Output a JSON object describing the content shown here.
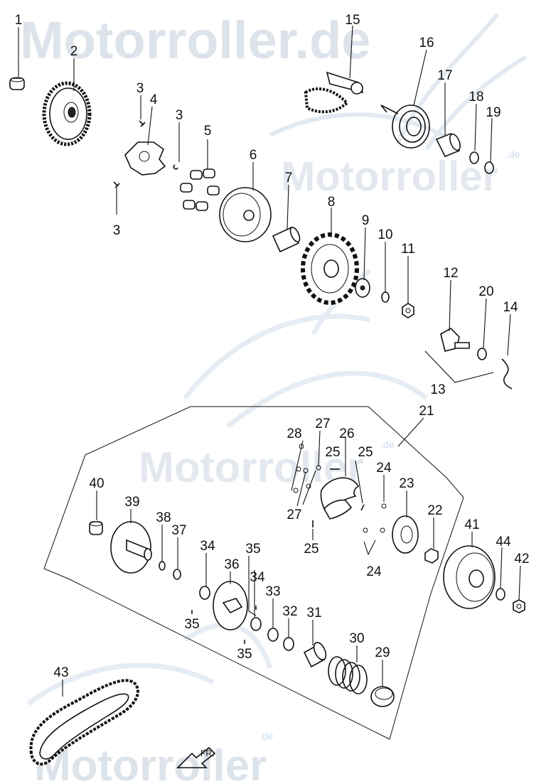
{
  "watermark": {
    "main_text": "Motorroller.de",
    "side_text": "Motorroller",
    "mid_text": "Motorroller",
    "suffix": ".de",
    "bottom_text": "Motorroller"
  },
  "direction_arrow": {
    "label": "FR."
  },
  "callouts": {
    "p1": "1",
    "p2": "2",
    "p3a": "3",
    "p3b": "3",
    "p3c": "3",
    "p4": "4",
    "p5": "5",
    "p6": "6",
    "p7": "7",
    "p8": "8",
    "p9": "9",
    "p10": "10",
    "p11": "11",
    "p12": "12",
    "p13": "13",
    "p14": "14",
    "p15": "15",
    "p16": "16",
    "p17": "17",
    "p18": "18",
    "p19": "19",
    "p20": "20",
    "p21": "21",
    "p22": "22",
    "p23": "23",
    "p24a": "24",
    "p24b": "24",
    "p25a": "25",
    "p25b": "25",
    "p25c": "25",
    "p26": "26",
    "p27a": "27",
    "p27b": "27",
    "p28": "28",
    "p29": "29",
    "p30": "30",
    "p31": "31",
    "p32": "32",
    "p33": "33",
    "p34a": "34",
    "p34b": "34",
    "p35a": "35",
    "p35b": "35",
    "p35c": "35",
    "p36": "36",
    "p37": "37",
    "p38": "38",
    "p39": "39",
    "p40": "40",
    "p41": "41",
    "p42": "42",
    "p43": "43",
    "p44": "44"
  }
}
